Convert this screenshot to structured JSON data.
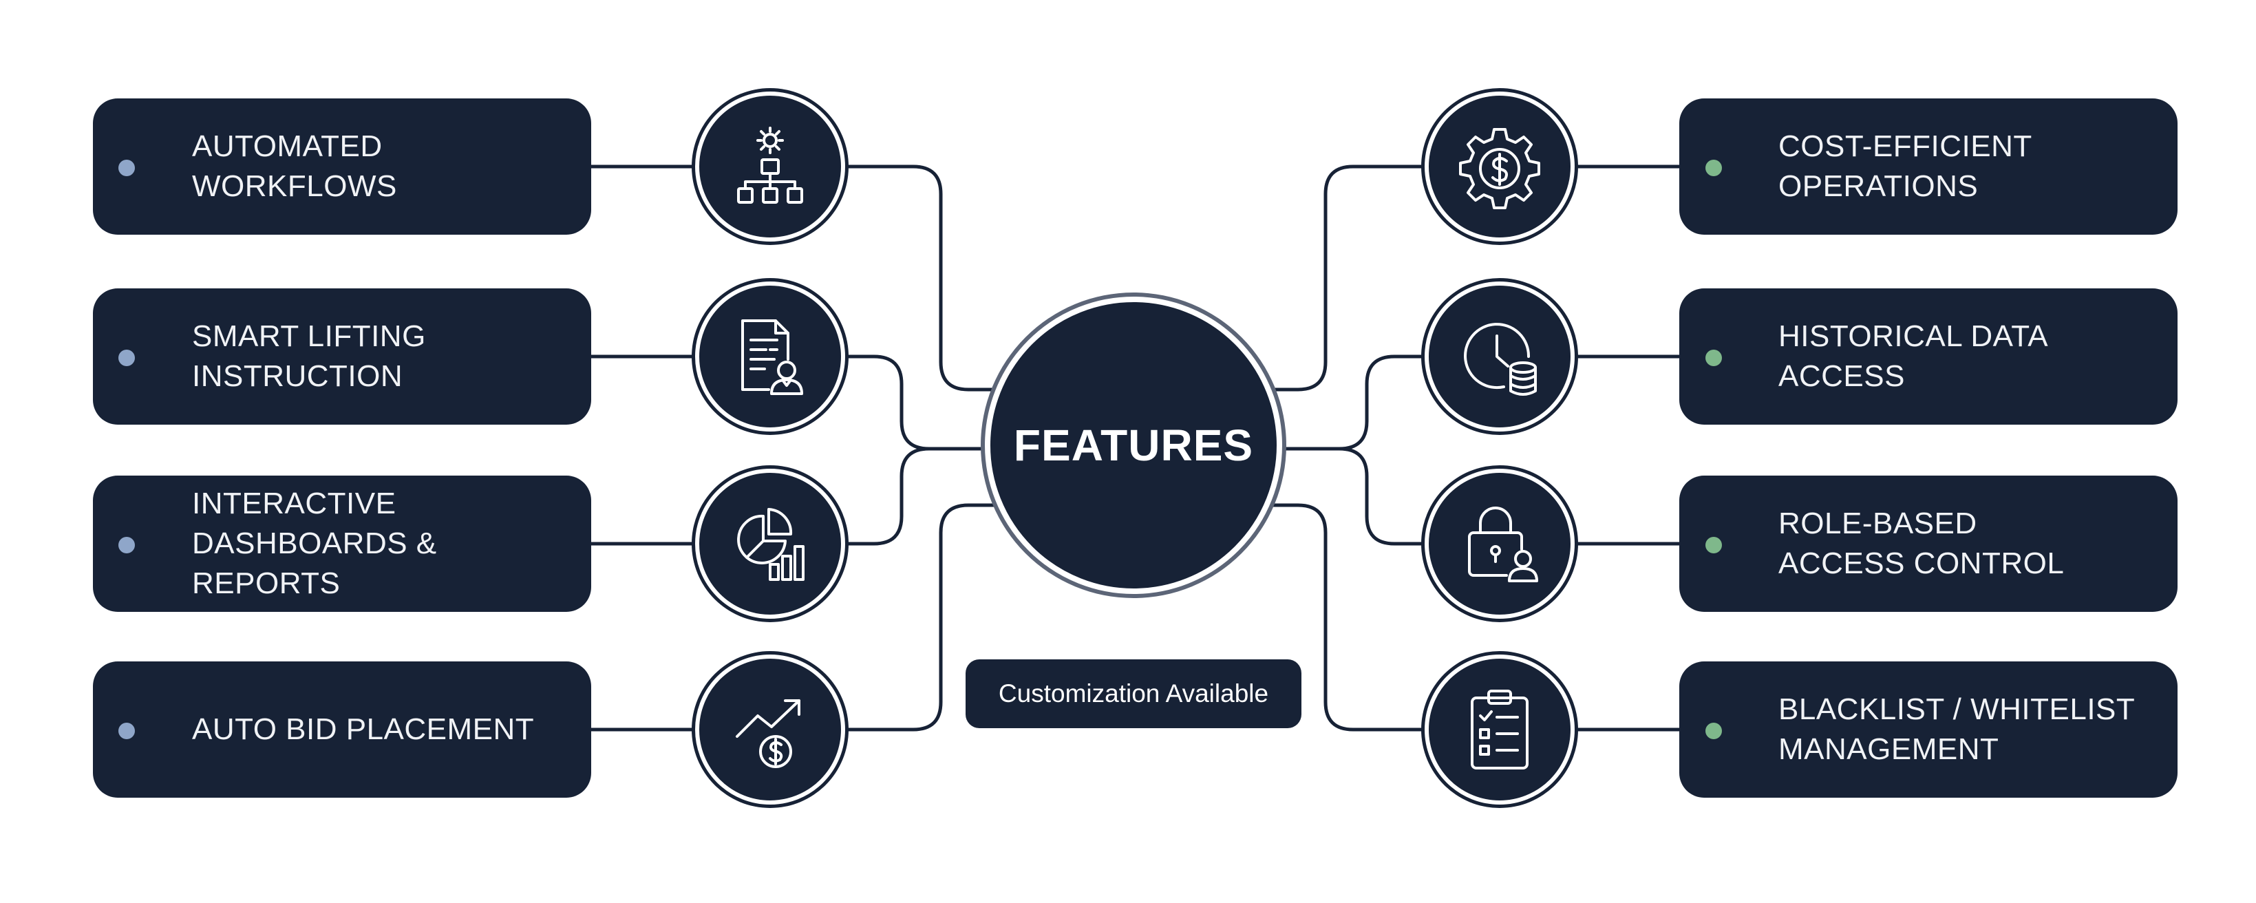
{
  "hub": {
    "title": "FEATURES"
  },
  "badge": {
    "label": "Customization Available"
  },
  "colors": {
    "node_fill": "#172236",
    "connector": "#172236",
    "hub_ring": "#5c6577",
    "left_dot": "#8fa6c9",
    "right_dot": "#7fb88b",
    "text": "#ffffff"
  },
  "left_features": [
    {
      "label": "AUTOMATED\nWORKFLOWS",
      "icon": "workflow-hierarchy-icon"
    },
    {
      "label": "SMART LIFTING\nINSTRUCTION",
      "icon": "document-person-icon"
    },
    {
      "label": "INTERACTIVE\nDASHBOARDS & REPORTS",
      "icon": "pie-bar-chart-icon"
    },
    {
      "label": "AUTO BID PLACEMENT",
      "icon": "trend-dollar-icon"
    }
  ],
  "right_features": [
    {
      "label": "COST-EFFICIENT\nOPERATIONS",
      "icon": "gear-dollar-icon"
    },
    {
      "label": "HISTORICAL DATA\nACCESS",
      "icon": "clock-database-icon"
    },
    {
      "label": "ROLE-BASED\nACCESS CONTROL",
      "icon": "lock-user-icon"
    },
    {
      "label": "BLACKLIST / WHITELIST\nMANAGEMENT",
      "icon": "clipboard-checklist-icon"
    }
  ]
}
